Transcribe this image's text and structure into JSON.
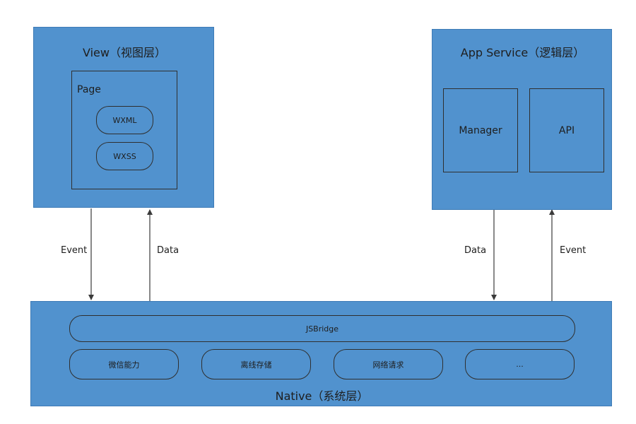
{
  "view_layer": {
    "title": "View（视图层）",
    "page": {
      "title": "Page",
      "items": [
        "WXML",
        "WXSS"
      ]
    }
  },
  "app_service_layer": {
    "title": "App Service（逻辑层）",
    "modules": [
      "Manager",
      "API"
    ]
  },
  "native_layer": {
    "title": "Native（系统层）",
    "bridge": "JSBridge",
    "capabilities": [
      "微信能力",
      "离线存储",
      "网络请求",
      "..."
    ]
  },
  "connections": {
    "view_down": "Event",
    "view_up": "Data",
    "service_down": "Data",
    "service_up": "Event"
  },
  "colors": {
    "layer_fill": "#5192ce",
    "outline": "#2f2f2f"
  }
}
